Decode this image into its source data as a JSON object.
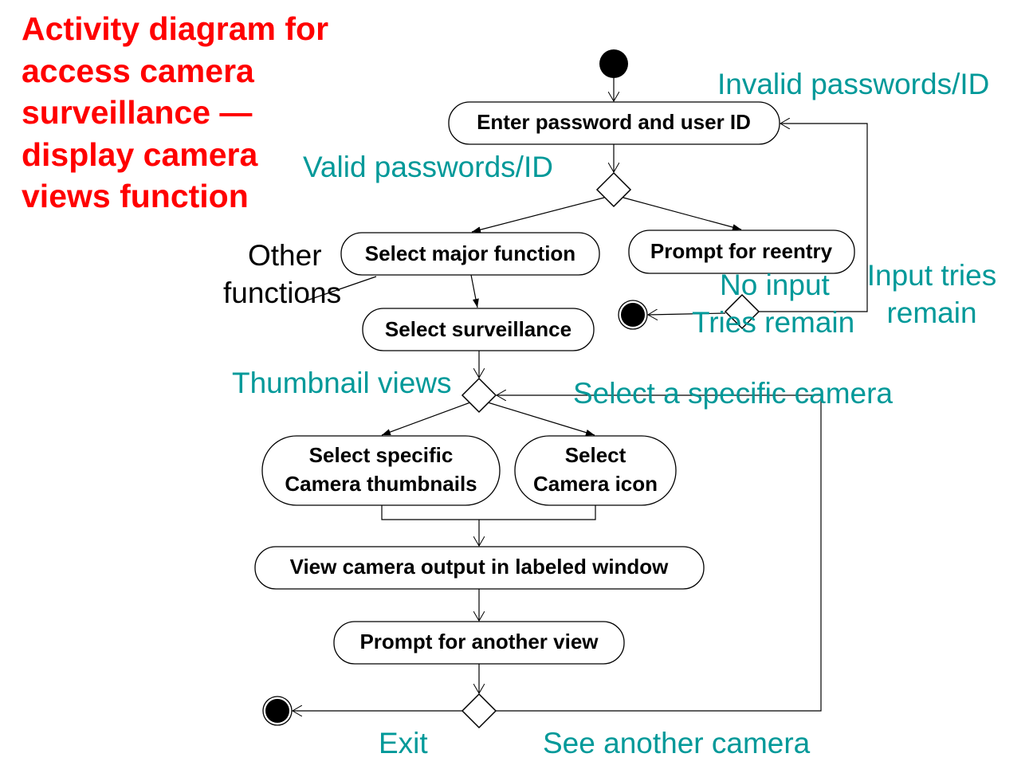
{
  "title": "Activity diagram for access camera surveillance — display camera views function",
  "colors": {
    "title": "#ff0000",
    "guard_label": "#009999",
    "node_stroke": "#000000"
  },
  "nodes": {
    "enter_password": "Enter password and user ID",
    "select_major_function": "Select major function",
    "prompt_reentry": "Prompt for reentry",
    "select_surveillance": "Select surveillance",
    "select_thumbnails": [
      "Select specific",
      "Camera thumbnails"
    ],
    "select_icon": [
      "Select",
      "Camera icon"
    ],
    "view_output": "View camera output in labeled window",
    "prompt_another": "Prompt for another view"
  },
  "labels": {
    "valid": "Valid passwords/ID",
    "invalid": "Invalid passwords/ID",
    "other_functions": [
      "Other",
      "functions"
    ],
    "no_input": "No input",
    "tries_remain": "Tries remain",
    "input_tries_remain": [
      "Input tries",
      "remain"
    ],
    "thumbnail_views": "Thumbnail views",
    "select_specific_camera": "Select a specific camera",
    "exit": "Exit",
    "see_another": "See another camera"
  }
}
